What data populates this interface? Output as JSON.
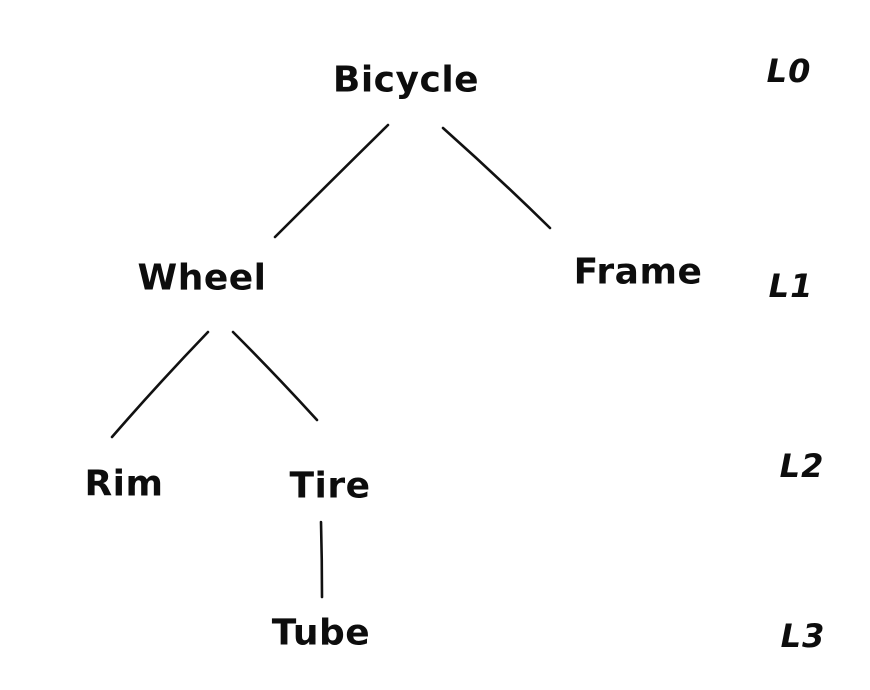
{
  "diagram": {
    "type": "tree",
    "background": "#ffffff",
    "ink_color": "#111111",
    "nodes": [
      {
        "id": "bicycle",
        "label": "Bicycle",
        "level": 0
      },
      {
        "id": "wheel",
        "label": "Wheel",
        "level": 1
      },
      {
        "id": "frame",
        "label": "Frame",
        "level": 1
      },
      {
        "id": "rim",
        "label": "Rim",
        "level": 2
      },
      {
        "id": "tire",
        "label": "Tire",
        "level": 2
      },
      {
        "id": "tube",
        "label": "Tube",
        "level": 3
      }
    ],
    "edges": [
      {
        "from": "bicycle",
        "to": "wheel"
      },
      {
        "from": "bicycle",
        "to": "frame"
      },
      {
        "from": "wheel",
        "to": "rim"
      },
      {
        "from": "wheel",
        "to": "tire"
      },
      {
        "from": "tire",
        "to": "tube"
      }
    ],
    "level_labels": [
      {
        "label": "L0"
      },
      {
        "label": "L1"
      },
      {
        "label": "L2"
      },
      {
        "label": "L3"
      }
    ]
  }
}
